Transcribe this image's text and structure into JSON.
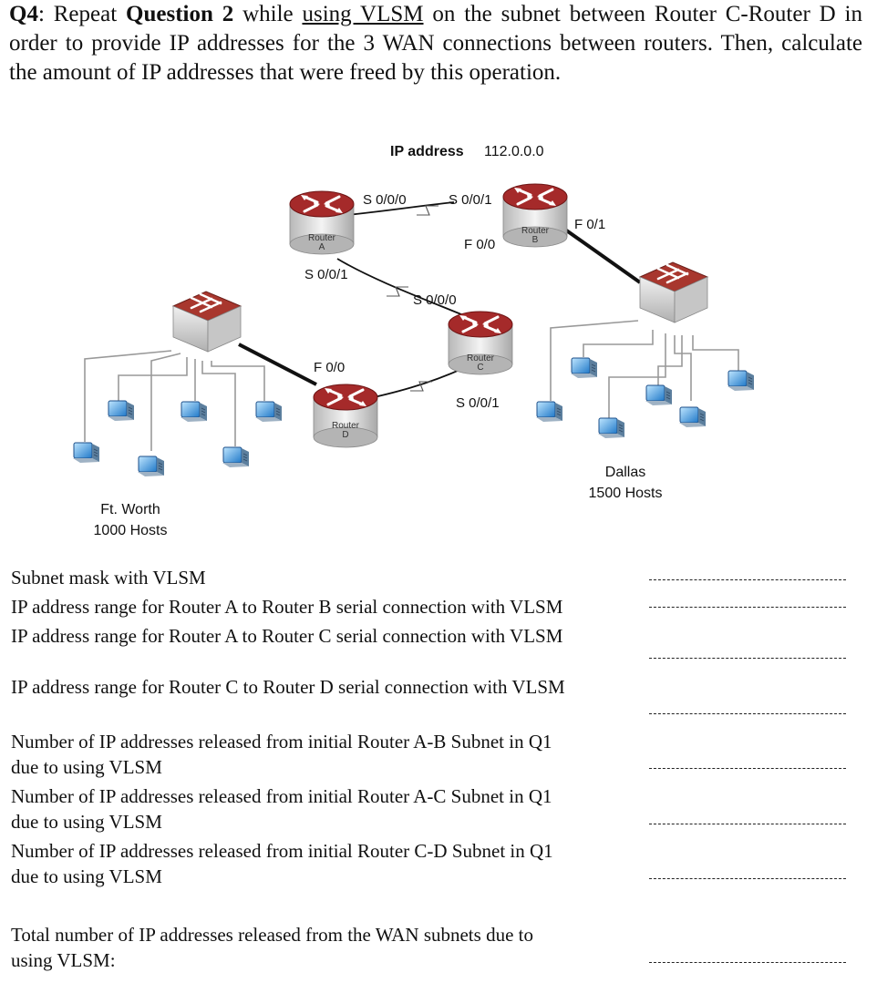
{
  "question": {
    "number": "Q4",
    "intro": ": Repeat ",
    "ref": "Question 2",
    "mid": " while ",
    "underlined": "using VLSM",
    "rest": " on the subnet between Router C-Router D in order to provide IP addresses for the 3 WAN connections between routers. Then, calculate the amount of IP addresses that were freed by this operation."
  },
  "diagram": {
    "ip_label": "IP address",
    "ip_value": "112.0.0.0",
    "routers": {
      "a": {
        "line1": "Router",
        "line2": "A"
      },
      "b": {
        "line1": "Router",
        "line2": "B"
      },
      "c": {
        "line1": "Router",
        "line2": "C"
      },
      "d": {
        "line1": "Router",
        "line2": "D"
      }
    },
    "interfaces": {
      "a_s000": "S 0/0/0",
      "b_s001": "S 0/0/1",
      "b_f00": "F 0/0",
      "b_f01": "F 0/1",
      "a_s001": "S 0/0/1",
      "c_s000": "S 0/0/0",
      "d_f00": "F 0/0",
      "c_s001": "S 0/0/1"
    },
    "ftworth": {
      "name": "Ft. Worth",
      "hosts": "1000 Hosts"
    },
    "dallas": {
      "name": "Dallas",
      "hosts": "1500 Hosts"
    }
  },
  "questions": [
    {
      "text": "Subnet mask with VLSM"
    },
    {
      "text": "IP address range for Router A to Router B serial connection with VLSM"
    },
    {
      "text": "IP address range for Router A to Router C serial connection with VLSM"
    },
    {
      "text": "IP address range for Router C to Router D serial connection with VLSM"
    },
    {
      "line1": "Number of IP addresses released from initial Router A-B Subnet in Q1",
      "line2": "due to using VLSM"
    },
    {
      "line1": "Number of IP addresses released from initial Router A-C Subnet in Q1",
      "line2": "due to using VLSM"
    },
    {
      "line1": "Number of IP addresses released from initial Router C-D Subnet in Q1",
      "line2": "due to using VLSM"
    },
    {
      "line1": "Total number of IP addresses released from the WAN subnets due to",
      "line2": "using VLSM:"
    }
  ]
}
